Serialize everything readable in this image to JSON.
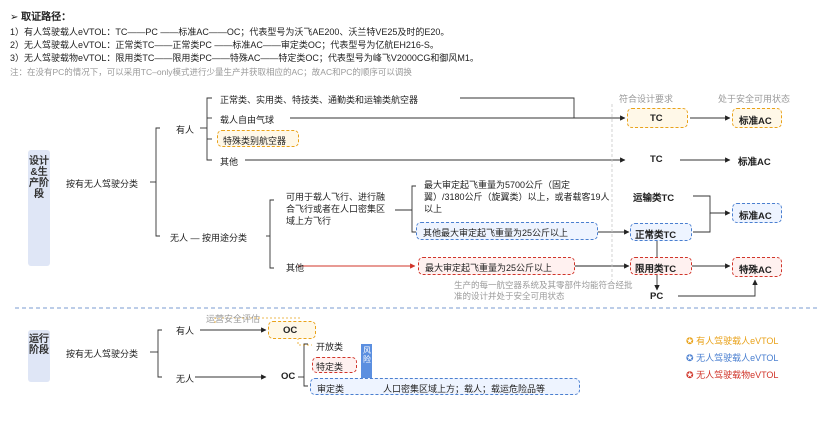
{
  "header": {
    "title": "取证路径：",
    "line1": "1）有人驾驶载人eVTOL：TC——PC ——标准AC——OC；代表型号为沃飞AE200、沃兰特VE25及时的E20。",
    "line2": "2）无人驾驶载人eVTOL：正常类TC——正常类PC ——标准AC——审定类OC；代表型号为亿航EH216-S。",
    "line3": "3）无人驾驶载物eVTOL：限用类TC——限用类PC——特殊AC——特定类OC；代表型号为峰飞V2000CG和御风M1。",
    "note": "注：在没有PC的情况下，可以采用TC–only模式进行少量生产并获取相应的AC；故AC和PC的顺序可以调换"
  },
  "design": {
    "side_label": "设计&生产阶段",
    "classify_label": "按有无人驾驶分类",
    "manned": "有人",
    "unmanned_use": "无人 — 按用途分类",
    "cat_normal": "正常类、实用类、特技类、通勤类和运输类航空器",
    "cat_balloon": "载人自由气球",
    "cat_special": "特殊类别航空器",
    "cat_other": "其他",
    "use_people": "可用于载人飞行、进行融合飞行或者在人口密集区域上方飞行",
    "use_other": "其他",
    "weight_transport": "最大审定起飞重量为5700公斤（固定翼）/3180公斤（旋翼类）以上，或者载客19人以上",
    "weight_normal": "其他最大审定起飞重量为25公斤以上",
    "weight_limited": "最大审定起飞重量为25公斤以上",
    "col_tc_header": "符合设计要求",
    "col_ac_header": "处于安全可用状态",
    "tc": "TC",
    "tc_transport": "运输类TC",
    "tc_normal": "正常类TC",
    "tc_limited": "限用类TC",
    "ac_standard": "标准AC",
    "ac_special": "特殊AC",
    "pc": "PC",
    "pc_note": "生产的每一航空器系统及其零部件均能符合经批准的设计并处于安全可用状态"
  },
  "ops": {
    "side_label": "运行阶段",
    "classify_label": "按有无人驾驶分类",
    "manned": "有人",
    "unmanned": "无人",
    "safety_eval": "运营安全评估",
    "oc": "OC",
    "open": "开放类",
    "specific": "特定类",
    "certified": "审定类",
    "risk": "风险",
    "certified_note": "人口密集区域上方；载人；载运危险品等"
  },
  "legend": {
    "manned_passenger": "有人驾驶载人eVTOL",
    "unmanned_passenger": "无人驾驶载人eVTOL",
    "unmanned_cargo": "无人驾驶载物eVTOL"
  },
  "colors": {
    "orange": "#e9a21a",
    "blue": "#4a7fd0",
    "red": "#d0352a",
    "side_bg": "#dfe6f6"
  }
}
